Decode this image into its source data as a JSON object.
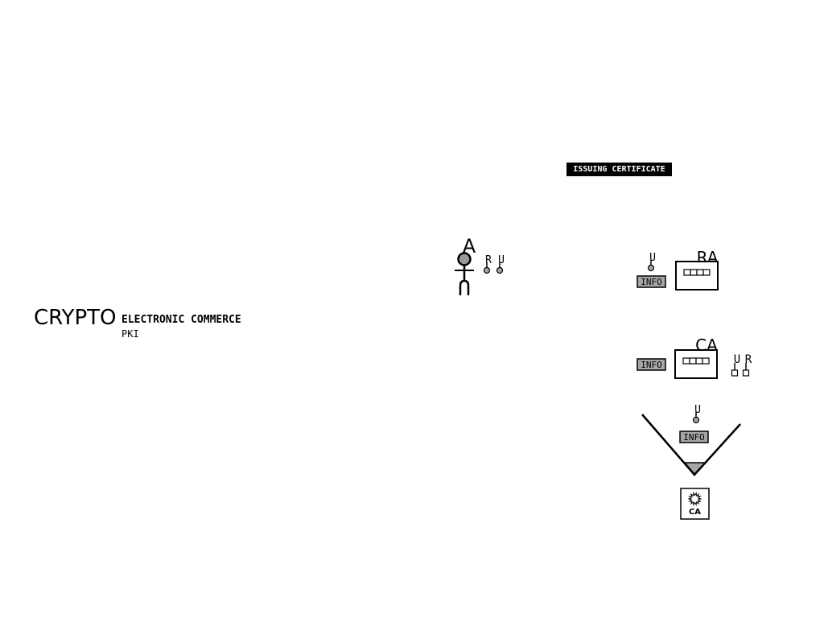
{
  "title": {
    "main": "CRYPTO",
    "topic": "ELECTRONIC COMMERCE",
    "subtopic": "PKI"
  },
  "banner": "ISSUING CERTIFICATE",
  "actor": {
    "name": "A",
    "keys": [
      "R",
      "U"
    ]
  },
  "ra": {
    "label": "RA",
    "info": "INFO",
    "key": "U"
  },
  "ca": {
    "label": "CA",
    "info": "INFO",
    "keys": [
      "U",
      "R"
    ]
  },
  "funnel": {
    "info": "INFO",
    "key": "U",
    "certificate_label": "CA"
  },
  "colors": {
    "stroke": "#000000",
    "info_fill": "#a6a6a6",
    "head_fill": "#999999",
    "banner_bg": "#000000",
    "banner_text": "#ffffff"
  }
}
